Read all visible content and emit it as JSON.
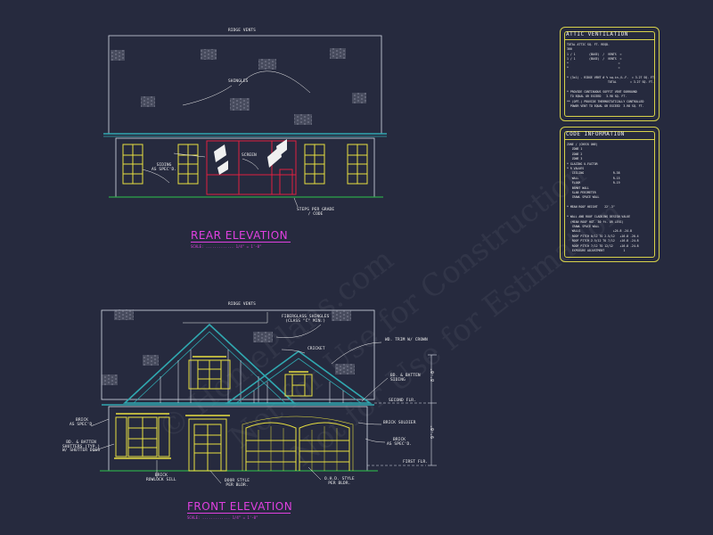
{
  "rear": {
    "title": "REAR ELEVATION",
    "scale": "SCALE: ............. 1/4\" = 1'-0\"",
    "labels": {
      "ridge_vents": "RIDGE VENTS",
      "shingles": "SHINGLES",
      "siding": "SIDING\nAS SPEC'D.",
      "screen": "SCREEN",
      "steps": "STEPS PER GRADE\n/ CODE"
    }
  },
  "front": {
    "title": "FRONT ELEVATION",
    "scale": "SCALE: ............. 1/4\" = 1'-0\"",
    "labels": {
      "ridge_vents": "RIDGE VENTS",
      "fiberglass": "FIBERGLASS SHINGLES\n(CLASS \"C\" MIN.)",
      "cricket": "CRICKET",
      "wd_trim": "WD. TRIM W/ CROWN",
      "bd_batten_siding": "BD. & BATTEN\nSIDING",
      "second_flr": "SECOND FLR.",
      "brick_soldier": "BRICK SOLDIER",
      "brick_right": "BRICK\nAS SPEC'D.",
      "first_flr": "FIRST FLR.",
      "brick_left": "BRICK\nAS SPEC'D.",
      "shutters": "BD. & BATTEN\nSHUTTERS (TYP.)\nW/ SHUTTER DOGS",
      "rowlock": "BRICK\nROWLOCK SILL",
      "door_style": "DOOR STYLE\nPER BLDR.",
      "ohd_style": "O.H.D. STYLE\nPER BLDR."
    }
  },
  "attic": {
    "title": "ATTIC VENTILATION",
    "lines": "TOTAL ATTIC SQ. FT. REQD.\n300\n1 / 1        (BASE)  /  VENTS  =\n1 / 1        (BASE)  /  VENTS  =\n*                             =\n*                             =\n\n* (3x1) - RIDGE VENT # % sq.in./L.F.  = 3.27 SQ. FT.\n                        TOTAL        = 3.27 SQ. FT.\n\n* PROVIDE CONTINUOUS SOFFIT VENT SURROUND\n  TO EQUAL OR EXCEED   3.98 SQ. FT.\n** (OPT.) PROVIDE THERMOSTATICALLY CONTROLLED\n  POWER VENT TO EQUAL OR EXCEED  3.98 SQ. FT."
  },
  "code": {
    "title": "CODE INFORMATION",
    "lines": "ZONE / (CHECK ONE)\n   ZONE 1\n   ZONE 2\n   ZONE 3\n* GLAZING U-FACTOR\n* R VALUES\n   CEILING                 R-38\n   WALL                    R-15\n   FLOOR                   R-19\n   BSMNT WALL\n   SLAB PERIMETER\n   CRAWL SPACE WALL\n\n* MEAN ROOF HEIGHT    22'-3\"\n\n* WALL AND ROOF CLADDING DESIGN VALUE\n  (MEAN ROOF HGT. 30 ft. OR LESS)\n   CRAWL SPACE WALL\n   WALLS                   +24.8 -24.8\n   ROOF PITCH 0/12 TO 2.5/12   +16.8 -26.4\n   ROOF PITCH 2.5/12 TO 7/12   +16.8 -24.8\n   ROOF PITCH 7/12 TO 12/12    +16.8 -24.8\n   EXPOSURE ADJUSTMENT           1"
  },
  "watermarks": [
    "© HomePlans.com",
    "Not for Use for Construction",
    "Not for Use for Estimation"
  ],
  "colors": {
    "background": "#262a3e",
    "lines": "#d8dce8",
    "windows": "#e8e040",
    "roof": "#30a8b0",
    "screen": "#e02040",
    "titles": "#e040e0",
    "panel_border": "#d8d24a"
  }
}
